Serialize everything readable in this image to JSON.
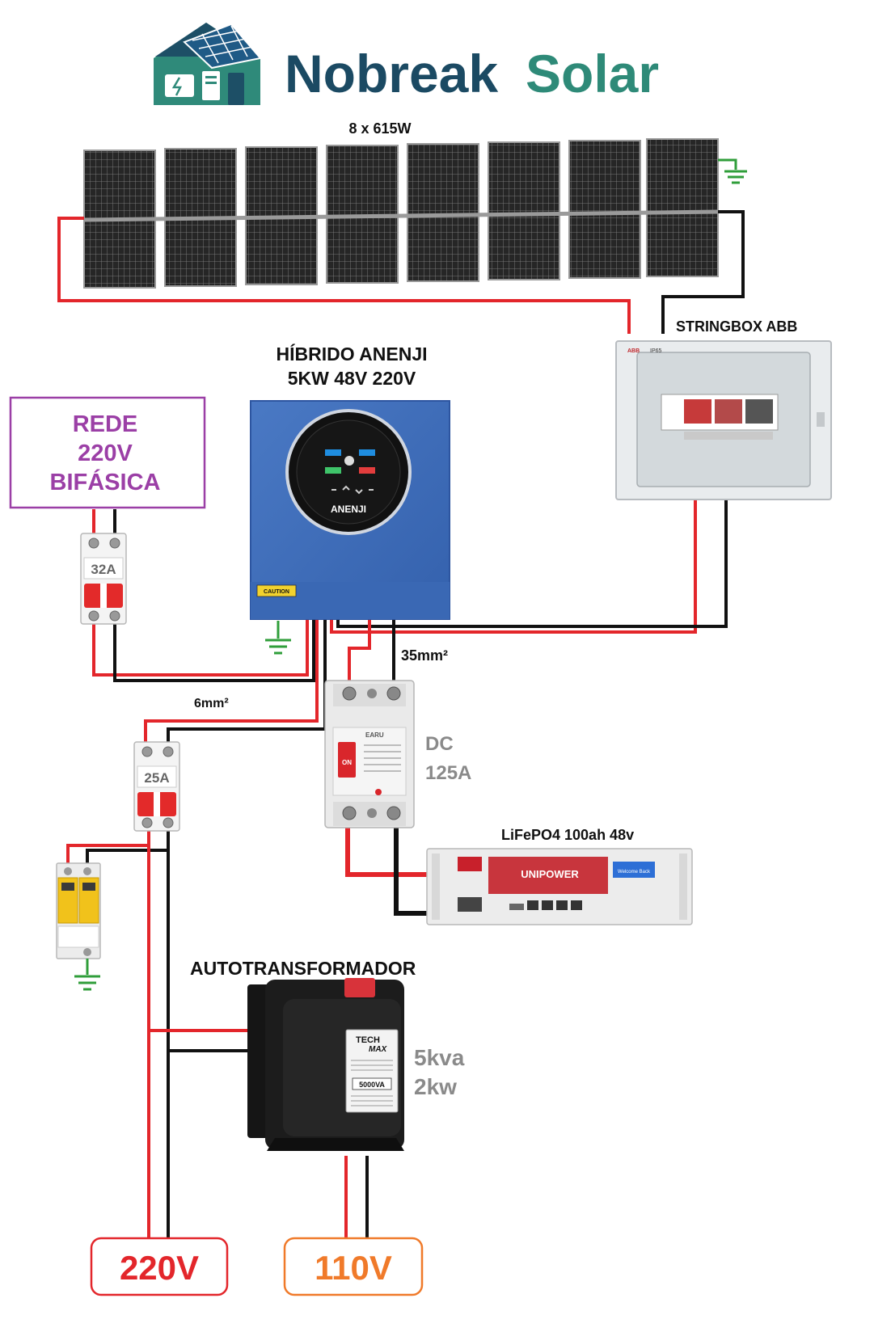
{
  "brand": {
    "name_part1": "Nobreak",
    "name_part2": "Solar",
    "color_primary": "#1b4a63",
    "color_secondary": "#2e8a78"
  },
  "panels": {
    "label": "8 x 615W",
    "count": 8
  },
  "stringbox": {
    "label": "STRINGBOX ABB",
    "brand_text": "ABB",
    "rating_text": "IP65"
  },
  "inverter": {
    "title_line1": "HÍBRIDO ANENJI",
    "title_line2": "5KW 48V 220V",
    "logo": "ANENJI",
    "caution": "CAUTION"
  },
  "grid": {
    "line1": "REDE",
    "line2": "220V",
    "line3": "BIFÁSICA",
    "color": "#9b3fa6"
  },
  "breaker_grid": {
    "rating": "32A"
  },
  "breaker_load": {
    "rating": "25A"
  },
  "cable_ac": {
    "label": "6mm²"
  },
  "cable_dc": {
    "label": "35mm²"
  },
  "dc_breaker": {
    "label_line1": "DC",
    "label_line2": "125A",
    "brand": "EARU",
    "on_text": "ON"
  },
  "battery": {
    "label": "LiFePO4 100ah 48v",
    "brand": "UNIPOWER",
    "screen_text": "Welcome Back"
  },
  "autotransformer": {
    "title": "AUTOTRANSFORMADOR",
    "spec_line1": "5kva",
    "spec_line2": "2kw",
    "brand_line1": "TECH",
    "brand_line2": "MAX",
    "rating_text": "5000VA"
  },
  "outputs": {
    "out_220": "220V",
    "out_110": "110V",
    "color_220": "#e3262b",
    "color_110": "#f07a2a"
  },
  "wire_colors": {
    "positive": "#e3262b",
    "negative": "#111111",
    "earth": "#2f9e3a"
  }
}
